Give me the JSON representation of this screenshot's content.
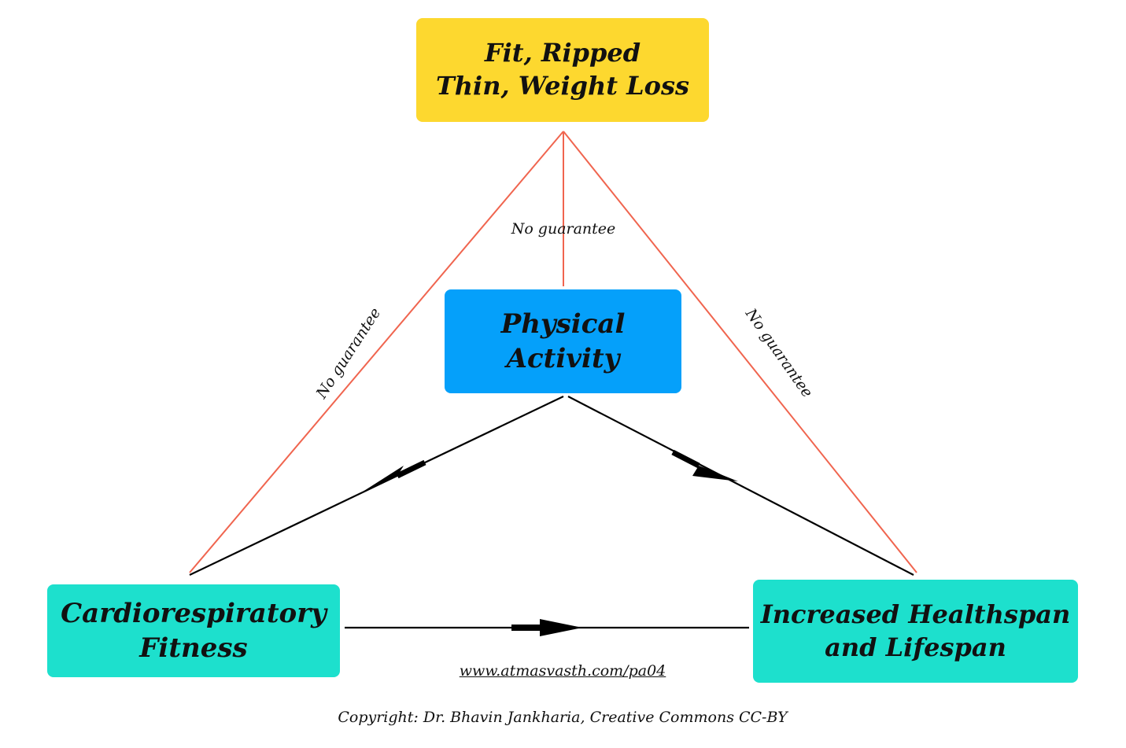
{
  "nodes": {
    "top": {
      "line1": "Fit, Ripped",
      "line2": "Thin, Weight Loss",
      "color": "#fdd82f"
    },
    "center": {
      "line1": "Physical",
      "line2": "Activity",
      "color": "#05a0fa"
    },
    "left": {
      "line1": "Cardiorespiratory",
      "line2": "Fitness",
      "color": "#1de0cd"
    },
    "right": {
      "line1": "Increased Healthspan",
      "line2": "and Lifespan",
      "color": "#1de0cd"
    }
  },
  "edge_labels": {
    "center": "No guarantee",
    "left": "No guarantee",
    "right": "No guarantee"
  },
  "edge_colors": {
    "no_guarantee": "#f0654f",
    "causal": "#000000"
  },
  "footer": {
    "link": "www.atmasvasth.com/pa04",
    "copyright": "Copyright: Dr. Bhavin Jankharia, Creative Commons CC-BY"
  }
}
